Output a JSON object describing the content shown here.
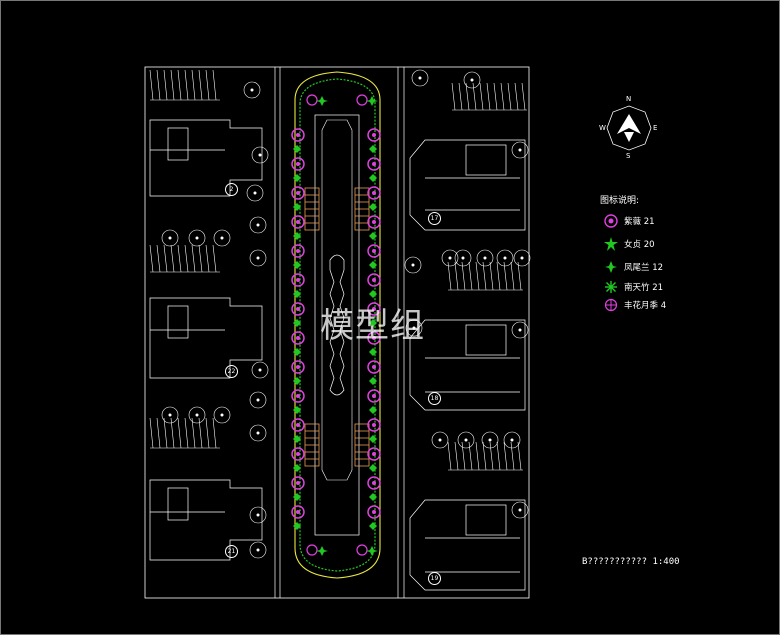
{
  "legend": {
    "title": "图标说明:",
    "items": [
      {
        "label": "紫薇 21",
        "icon": "crape-myrtle-icon",
        "color": "#e040e0"
      },
      {
        "label": "女贞 20",
        "icon": "privet-icon",
        "color": "#22c822"
      },
      {
        "label": "凤尾兰 12",
        "icon": "yucca-icon",
        "color": "#22c822"
      },
      {
        "label": "南天竹 21",
        "icon": "nandina-icon",
        "color": "#22c822"
      },
      {
        "label": "丰花月季 4",
        "icon": "rose-icon",
        "color": "#e040e0"
      }
    ]
  },
  "scale_label": "B??????????? 1:400",
  "watermark": "模型组",
  "compass": {
    "n": "N",
    "s": "S",
    "w": "W",
    "e": "E"
  },
  "building_numbers": [
    "2",
    "22",
    "21",
    "17",
    "18",
    "19"
  ],
  "colors": {
    "lines": "#ffffff",
    "magenta": "#e040e0",
    "green": "#22c822",
    "yellow": "#e8e840",
    "orange": "#e89a50"
  }
}
